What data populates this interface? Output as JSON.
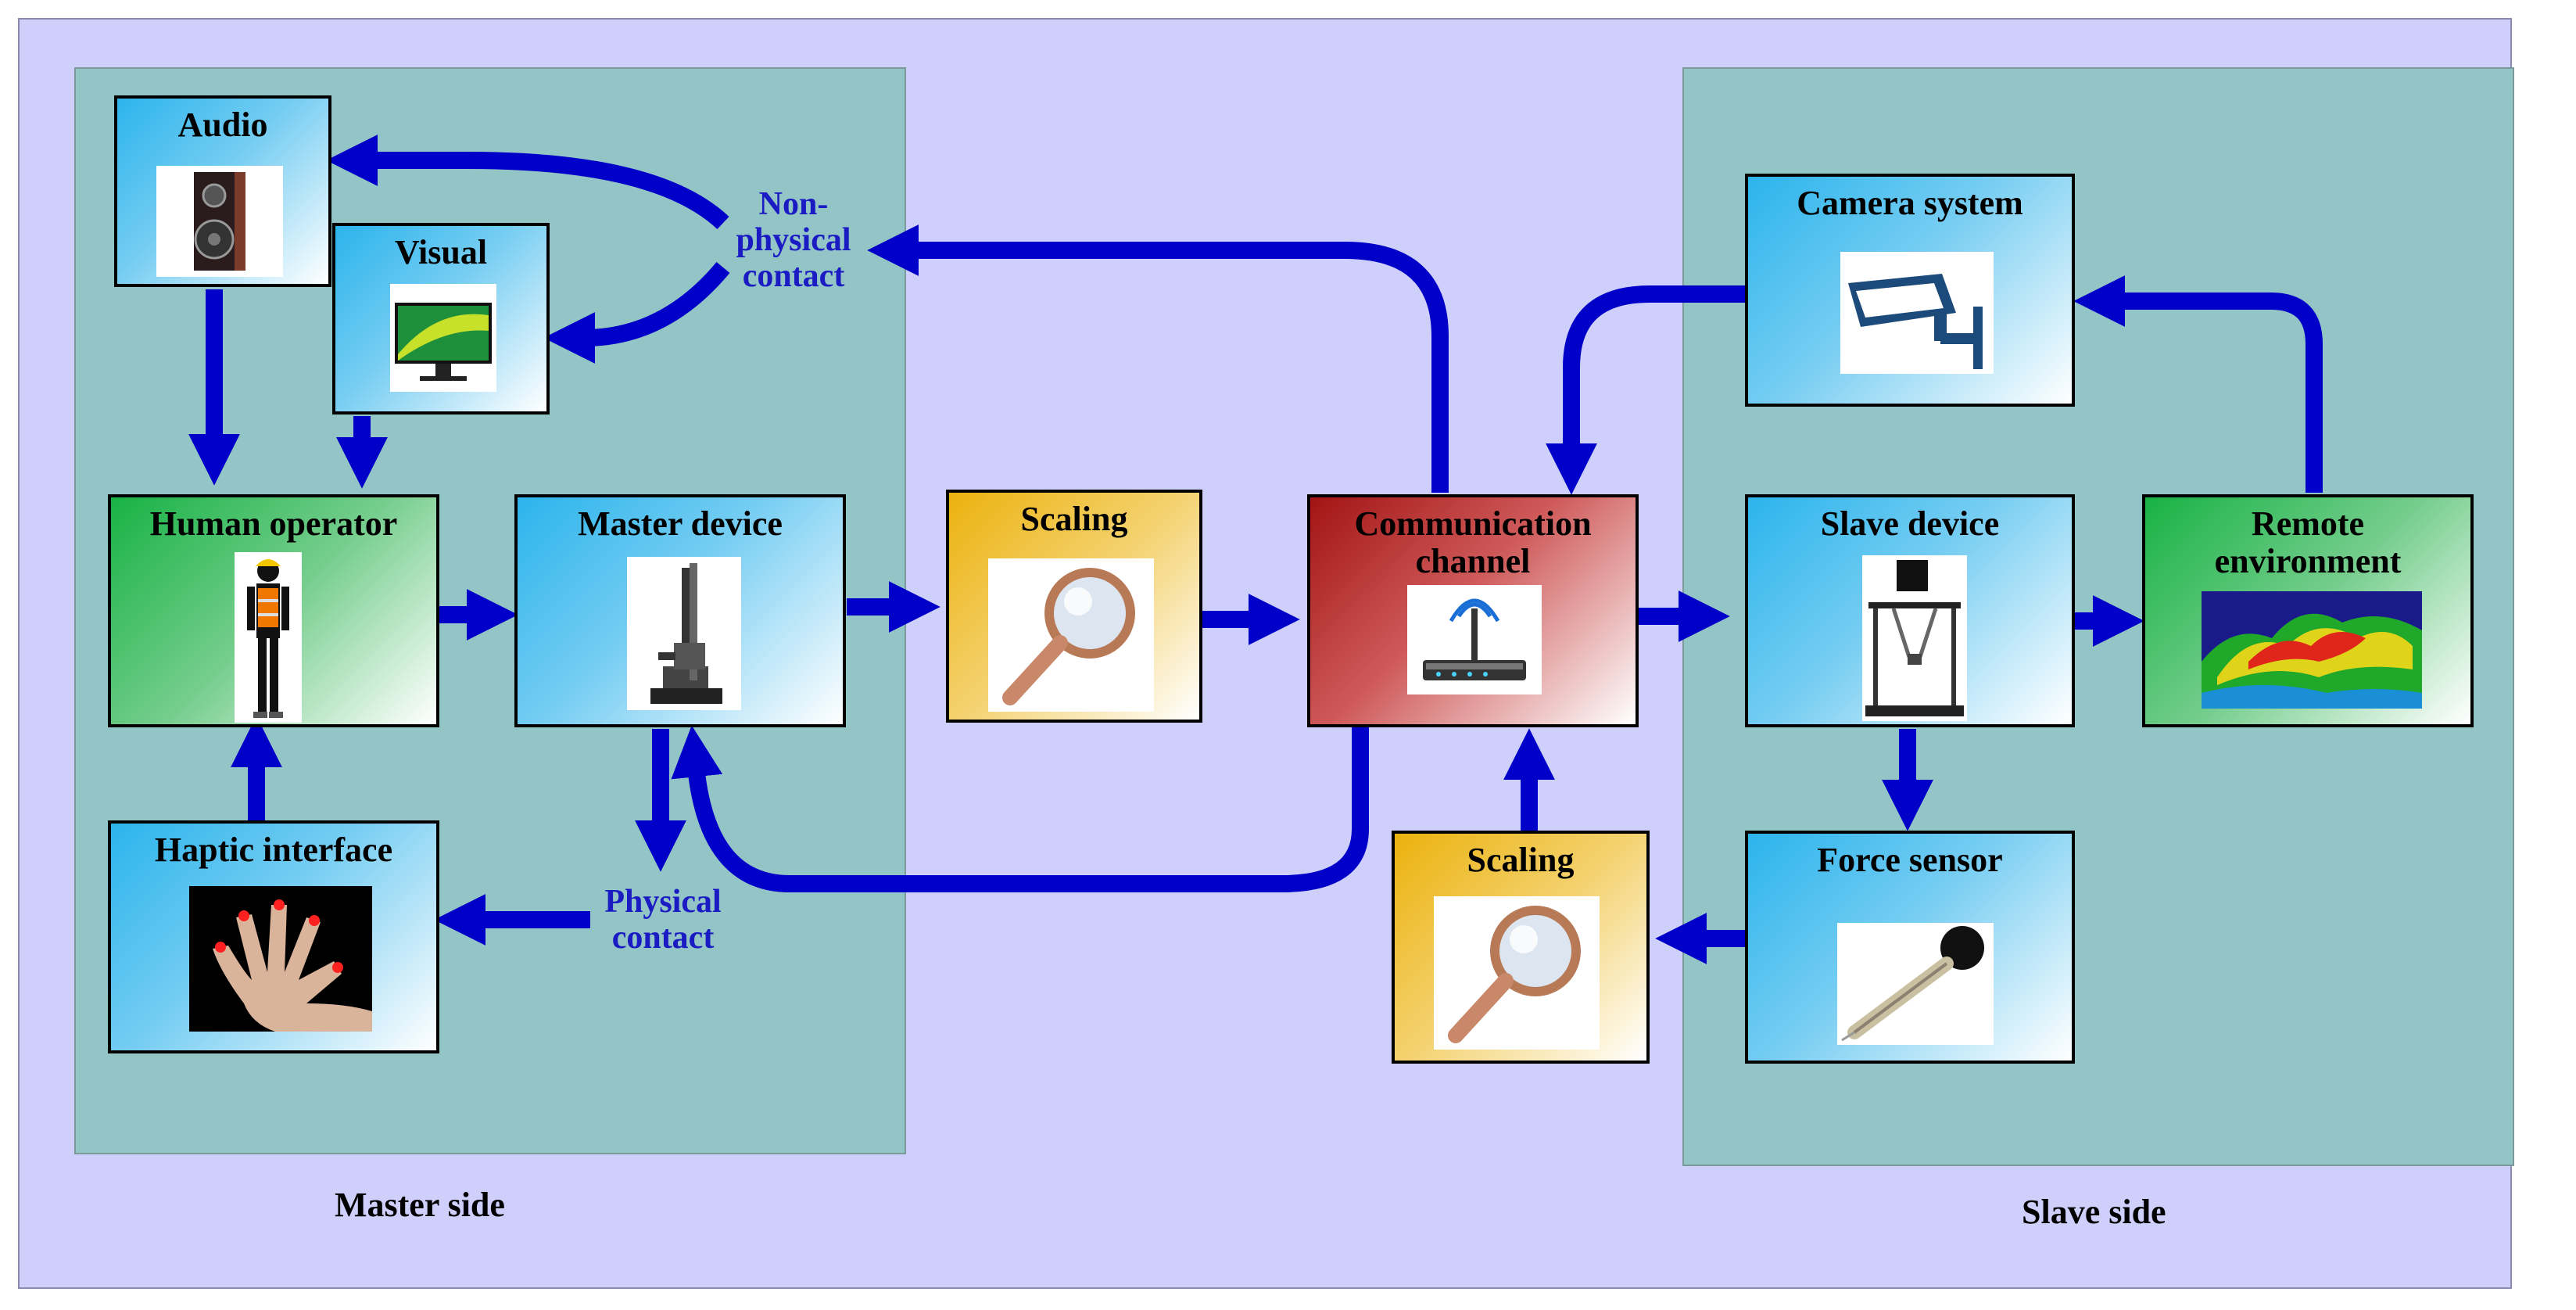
{
  "regions": {
    "master_label": "Master side",
    "slave_label": "Slave side"
  },
  "boxes": {
    "audio": "Audio",
    "visual": "Visual",
    "human_operator": "Human operator",
    "master_device": "Master device",
    "haptic_interface": "Haptic interface",
    "scaling_top": "Scaling",
    "comm_line1": "Communication",
    "comm_line2": "channel",
    "camera_system": "Camera system",
    "slave_device": "Slave device",
    "remote_line1": "Remote",
    "remote_line2": "environment",
    "force_sensor": "Force sensor",
    "scaling_bottom": "Scaling"
  },
  "annotations": {
    "nonphysical_line1": "Non-",
    "nonphysical_line2": "physical",
    "nonphysical_line3": "contact",
    "physical_line1": "Physical",
    "physical_line2": "contact"
  },
  "colors": {
    "background": "#cfcffc",
    "region": "#93c4c6",
    "arrow": "#0000c8",
    "device_box": "#2bb4ec",
    "human_box": "#18b245",
    "scaling_box": "#ebb20e",
    "channel_box": "#a31414"
  },
  "icons": [
    "speaker-icon",
    "monitor-icon",
    "worker-icon",
    "robot-arm-icon",
    "magnifier-icon",
    "router-icon",
    "camera-icon",
    "delta-robot-icon",
    "terrain-map-icon",
    "force-sensor-icon",
    "hand-icon"
  ]
}
